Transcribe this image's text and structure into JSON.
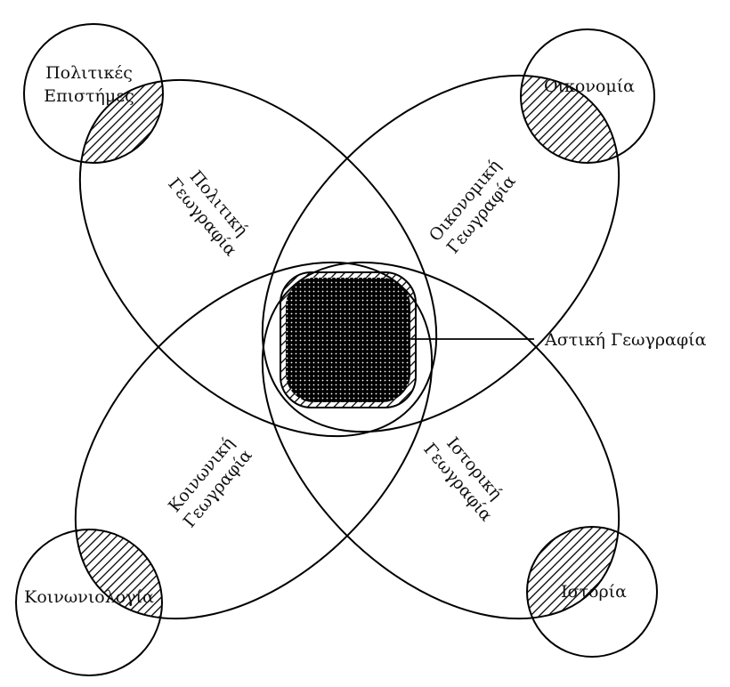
{
  "diagram": {
    "disciplines": {
      "political_science_line1": "Πολιτικές",
      "political_science_line2": "Επιστήμες",
      "economics": "Οικονομία",
      "sociology": "Κοινωνιολογία",
      "history": "Ιστορία"
    },
    "geographies": {
      "political_line1": "Πολιτική",
      "political_line2": "Γεωγραφία",
      "economic_line1": "Οικονομική",
      "economic_line2": "Γεωγραφία",
      "social_line1": "Κοινωνική",
      "social_line2": "Γεωγραφία",
      "historical_line1": "Ιστορική",
      "historical_line2": "Γεωγραφία"
    },
    "center_label": "Αστική Γεωγραφία"
  }
}
